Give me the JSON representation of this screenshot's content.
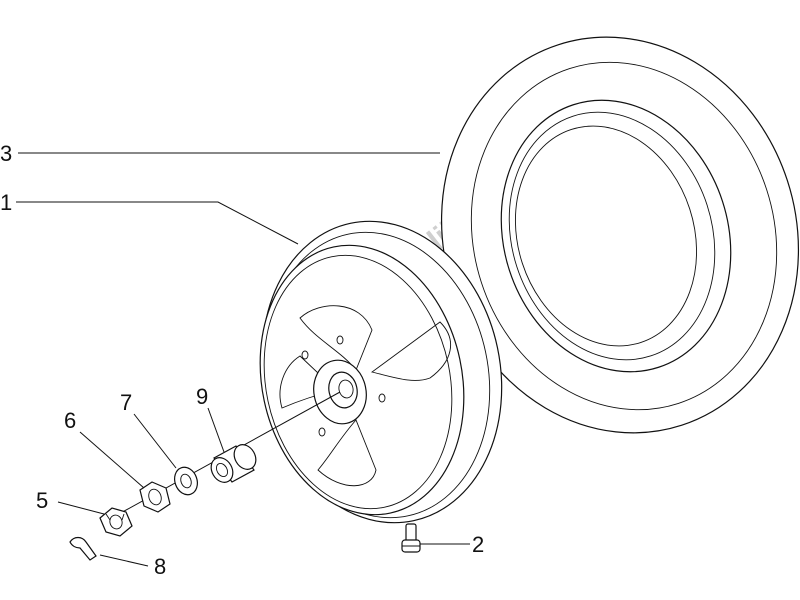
{
  "callouts": {
    "c1": "1",
    "c2": "2",
    "c3": "3",
    "c5": "5",
    "c6": "6",
    "c7": "7",
    "c8": "8",
    "c9": "9"
  },
  "watermark": "PartsRepublik",
  "colors": {
    "line": "#111111",
    "watermark": "#cfcfcf",
    "background": "#ffffff"
  }
}
